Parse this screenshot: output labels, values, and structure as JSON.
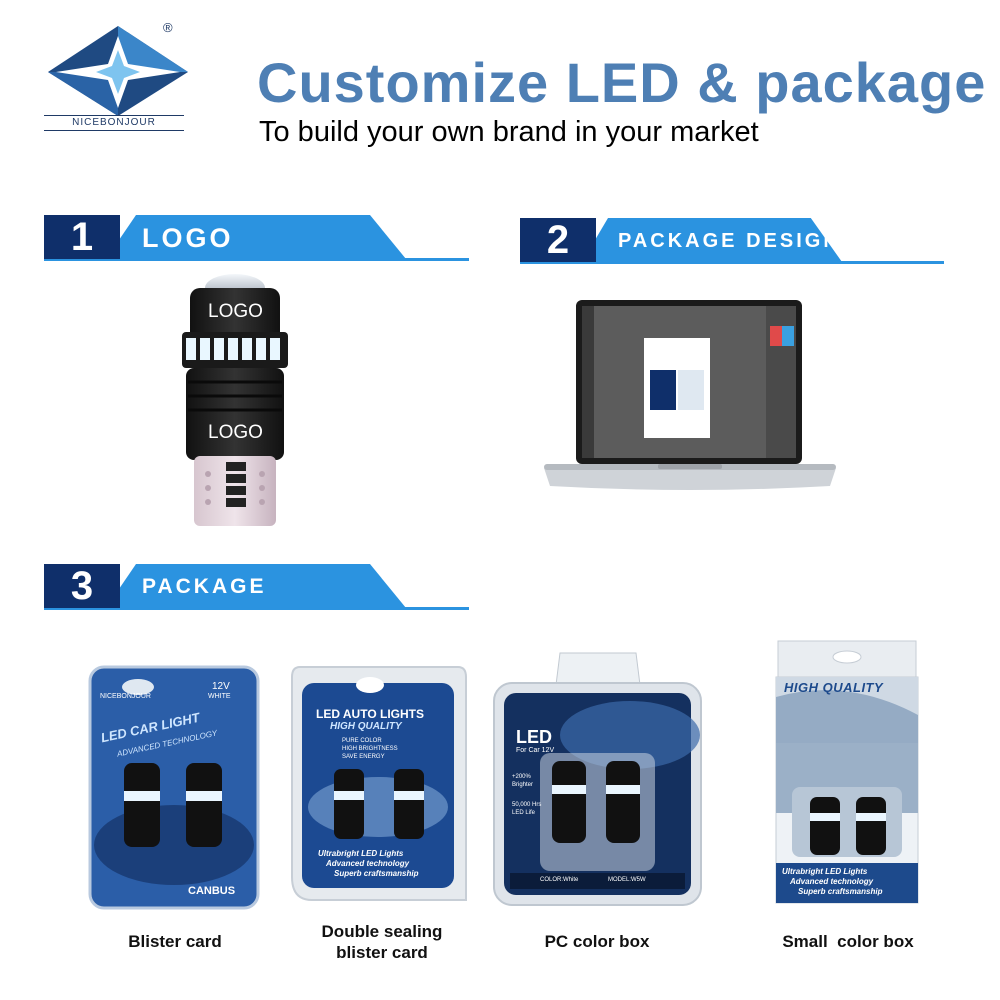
{
  "brand": {
    "name": "NICEBONJOUR",
    "registered": "®"
  },
  "header": {
    "title": "Customize  LED &  package",
    "subtitle": "To build your own brand in your market"
  },
  "sections": [
    {
      "number": "1",
      "label": "LOGO"
    },
    {
      "number": "2",
      "label": "PACKAGE DESIGN"
    },
    {
      "number": "3",
      "label": "PACKAGE"
    }
  ],
  "bulb": {
    "logo_top": "LOGO",
    "logo_bottom": "LOGO"
  },
  "packages": [
    {
      "caption": "Blister card",
      "art": {
        "brand": "NICEBONJOUR",
        "voltage": "12V",
        "color": "WHITE",
        "line1": "LED CAR LIGHT",
        "line2": "ADVANCED TECHNOLOGY",
        "footer": "CANBUS"
      }
    },
    {
      "caption": "Double sealing blister card",
      "caption_line1": "Double sealing",
      "caption_line2": "blister card",
      "art": {
        "line1": "LED AUTO LIGHTS",
        "line2": "HIGH QUALITY",
        "bullets": [
          "PURE COLOR",
          "HIGH BRIGHTNESS",
          "SAVE ENERGY"
        ],
        "tag1": "Ultrabright LED Lights",
        "tag2": "Advanced technology",
        "tag3": "Superb craftsmanship"
      }
    },
    {
      "caption": "PC color box",
      "art": {
        "logo": "LED",
        "sub": "For Car 12V",
        "brighter": "+200% Brighter",
        "life": "50,000 Hrs LED Life",
        "color_label": "COLOR:White",
        "model_label": "MODEL:W5W"
      }
    },
    {
      "caption": "Small  color box",
      "art": {
        "line1": "HIGH QUALITY",
        "tag1": "Ultrabright LED Lights",
        "tag2": "Advanced technology",
        "tag3": "Superb craftsmanship"
      }
    }
  ],
  "colors": {
    "title_blue": "#4e7fb4",
    "navy": "#0f2f6a",
    "accent_blue": "#2b93e0"
  }
}
